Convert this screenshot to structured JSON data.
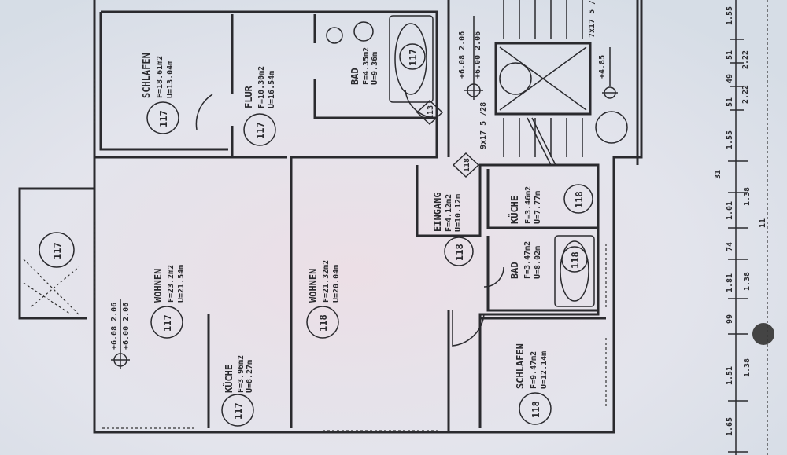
{
  "apartment_117": {
    "schlafen": {
      "name": "SCHLAFEN",
      "area": "F=18.61m2",
      "perimeter": "U=13.04m",
      "number": "117"
    },
    "flur": {
      "name": "FLUR",
      "area": "F=10.30m2",
      "perimeter": "U=16.54m",
      "number": "117"
    },
    "bad": {
      "name": "BAD",
      "area": "F=4.35m2",
      "perimeter": "U=9.36m",
      "number": "117"
    },
    "wohnen": {
      "name": "WOHNEN",
      "area": "F=23.2m2",
      "perimeter": "U=21.54m",
      "number": "117"
    },
    "kueche": {
      "name": "KÜCHE",
      "area": "F=3.96m2",
      "perimeter": "U=8.27m",
      "number": "117"
    },
    "balkon": {
      "number": "117"
    },
    "door_marker": "113",
    "level": {
      "top": "+6.08 2.06",
      "bottom": "+6.00 2.06"
    }
  },
  "apartment_118": {
    "wohnen": {
      "name": "WOHNEN",
      "area": "F=21.32m2",
      "perimeter": "U=20.04m",
      "number": "118"
    },
    "eingang": {
      "name": "EINGANG",
      "area": "F=4.12m2",
      "perimeter": "U=10.12m",
      "number": "118"
    },
    "kueche": {
      "name": "KÜCHE",
      "area": "F=3.46m2",
      "perimeter": "U=7.77m",
      "number": "118"
    },
    "bad": {
      "name": "BAD",
      "area": "F=3.47m2",
      "perimeter": "U=8.02m",
      "number": "118"
    },
    "schlafen": {
      "name": "SCHLAFEN",
      "area": "F=9.47m2",
      "perimeter": "U=12.14m",
      "number": "118"
    },
    "door_marker": "118"
  },
  "staircase": {
    "level_top": "+6.08 2.06",
    "level_bottom": "+6.00 2.06",
    "landing_level": "+4.85",
    "stairs_lower": "9x17 5 /28",
    "stairs_upper": "7x17 5 /"
  },
  "dimensions": {
    "outer": [
      "1.55",
      "51",
      "49",
      "51",
      "1.55",
      "1.01",
      "74",
      "1.81",
      "99",
      "1.51",
      "1.65"
    ],
    "inner": [
      "2.22",
      "2.22",
      "1.38",
      "1.38",
      "1.38"
    ],
    "extra": [
      "31",
      "11"
    ]
  }
}
